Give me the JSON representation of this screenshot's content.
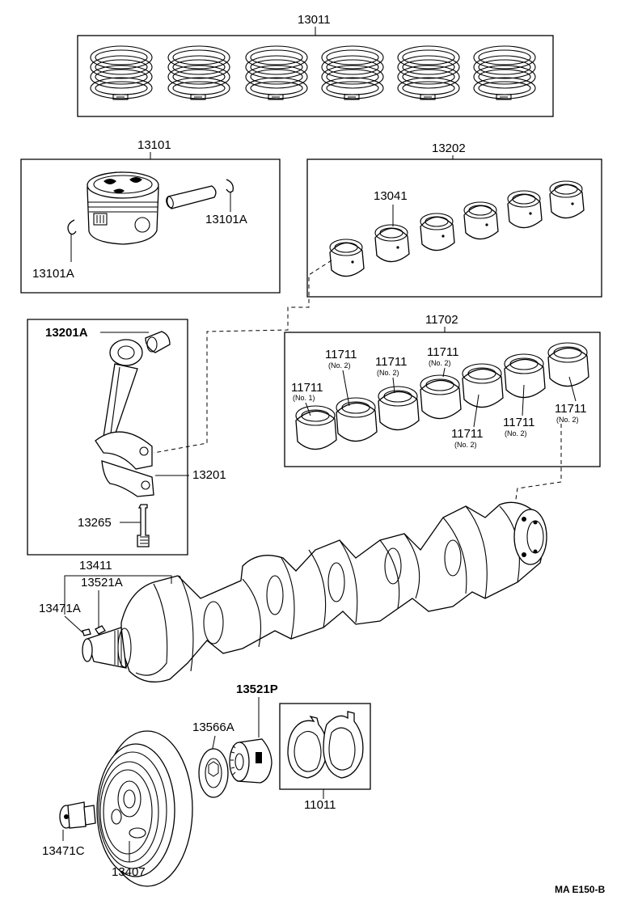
{
  "diagram": {
    "footer_code": "MA E150-B",
    "parts": {
      "p13011": "13011",
      "p13101": "13101",
      "p13101A_right": "13101A",
      "p13101A_left": "13101A",
      "p13202": "13202",
      "p13041": "13041",
      "p13201A": "13201A",
      "p13201": "13201",
      "p13265": "13265",
      "p11702": "11702",
      "b1": {
        "code": "11711",
        "sub": "(No. 1)"
      },
      "b2": {
        "code": "11711",
        "sub": "(No. 2)"
      },
      "b3": {
        "code": "11711",
        "sub": "(No. 2)"
      },
      "b4": {
        "code": "11711",
        "sub": "(No. 2)"
      },
      "b5": {
        "code": "11711",
        "sub": "(No. 2)"
      },
      "b6": {
        "code": "11711",
        "sub": "(No. 2)"
      },
      "b7": {
        "code": "11711",
        "sub": "(No. 2)"
      },
      "p13411": "13411",
      "p13521A": "13521A",
      "p13471A": "13471A",
      "p13521P": "13521P",
      "p13566A": "13566A",
      "p11011": "11011",
      "p13471C": "13471C",
      "p13407": "13407"
    }
  }
}
